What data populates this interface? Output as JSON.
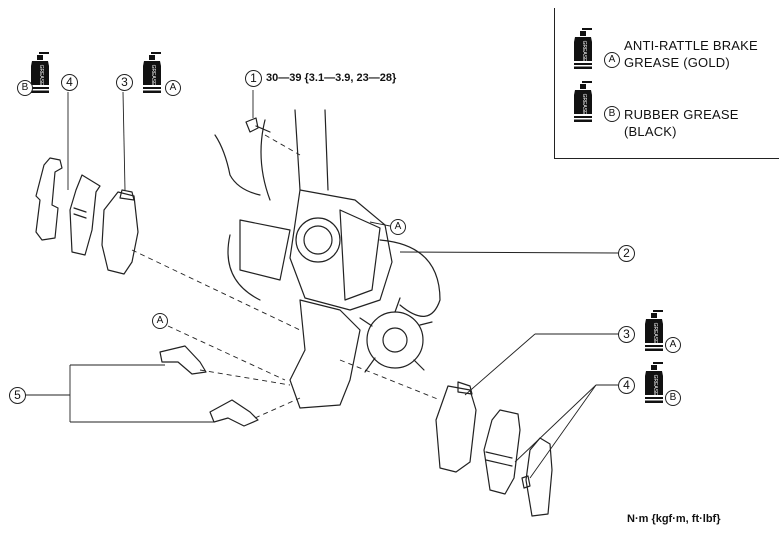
{
  "legend": {
    "item_a_letter": "A",
    "item_a_line1": "ANTI-RATTLE BRAKE",
    "item_a_line2": "GREASE (GOLD)",
    "item_b_letter": "B",
    "item_b_line1": "RUBBER GREASE",
    "item_b_line2": "(BLACK)"
  },
  "grease_label": "GREASE",
  "torque_spec": "30—39 {3.1—3.9, 23—28}",
  "units_note": "N·m {kgf·m, ft·lbf}",
  "callouts": {
    "n1": "1",
    "n2": "2",
    "n3": "3",
    "n4": "4",
    "n5": "5",
    "a": "A",
    "b": "B"
  },
  "icons": [
    "grease-can-icon"
  ],
  "colors": {
    "line": "#222222",
    "background": "#ffffff"
  }
}
